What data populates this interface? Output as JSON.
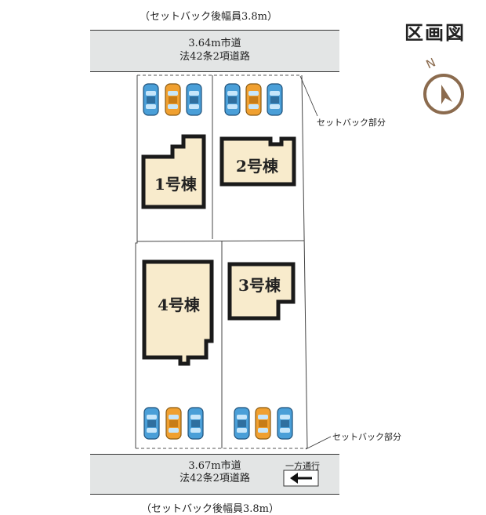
{
  "title": "区画図",
  "setback_note": "（セットバック後幅員3.8m）",
  "road_top": {
    "line1": "3.64m市道",
    "line2": "法42条2項道路"
  },
  "road_bottom": {
    "line1": "3.67m市道",
    "line2": "法42条2項道路"
  },
  "setback_label_top": "セットバック部分",
  "setback_label_bottom": "セットバック部分",
  "one_way_label": "一方通行",
  "compass_letter": "N",
  "lots": [
    {
      "label": "1号棟"
    },
    {
      "label": "2号棟"
    },
    {
      "label": "3号棟"
    },
    {
      "label": "4号棟"
    }
  ],
  "colors": {
    "road": "#e3e5e5",
    "house_fill": "#f8ebcc",
    "car_blue": "#4a9fd8",
    "car_orange": "#f0a030",
    "compass": "#8b6b4e"
  }
}
